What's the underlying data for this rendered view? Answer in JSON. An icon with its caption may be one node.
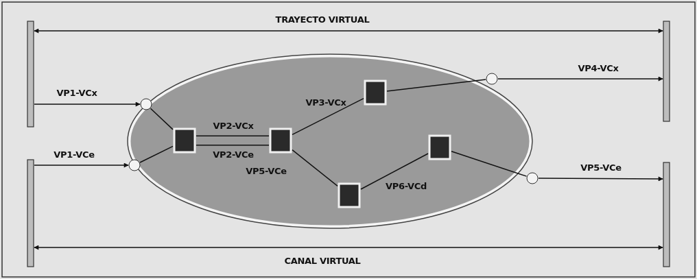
{
  "diagram": {
    "nodes": [
      {
        "text": [],
        "shape": "ellipse"
      },
      {
        "text": [],
        "shape": "bar"
      },
      {
        "text": [],
        "shape": "bar"
      },
      {
        "text": [],
        "shape": "bar"
      },
      {
        "text": [],
        "shape": "bar"
      },
      {
        "text": [],
        "shape": "circle",
        "in": 0
      },
      {
        "text": [],
        "shape": "circle",
        "in": 0
      },
      {
        "text": [],
        "shape": "circle",
        "in": 0
      },
      {
        "text": [],
        "shape": "circle",
        "in": 0
      },
      {
        "text": [],
        "shape": "box",
        "in": 0
      },
      {
        "text": [],
        "shape": "box",
        "in": 0
      },
      {
        "text": [],
        "shape": "box",
        "in": 0
      },
      {
        "text": [],
        "shape": "box",
        "in": 0
      },
      {
        "text": [],
        "shape": "box",
        "in": 0
      }
    ],
    "edges": [
      {
        "from": 1,
        "to": 3,
        "arrow": "both",
        "label": "TRAYECTO VIRTUAL"
      },
      {
        "from": 2,
        "to": 4,
        "arrow": "both",
        "label": "CANAL VIRTUAL"
      },
      {
        "from": 1,
        "to": 5,
        "arrow": "to",
        "label": "VP1-VCx"
      },
      {
        "from": 2,
        "to": 6,
        "arrow": "to",
        "label": "VP1-VCe"
      },
      {
        "from": 5,
        "to": 9,
        "arrow": "none"
      },
      {
        "from": 6,
        "to": 9,
        "arrow": "none"
      },
      {
        "from": 9,
        "to": 10,
        "arrow": "none",
        "label": "VP2-VCx"
      },
      {
        "from": 9,
        "to": 10,
        "arrow": "none",
        "label": "VP2-VCe"
      },
      {
        "from": 10,
        "to": 11,
        "arrow": "none",
        "label": "VP3-VCx"
      },
      {
        "from": 11,
        "to": 7,
        "arrow": "none"
      },
      {
        "from": 7,
        "to": 3,
        "arrow": "to",
        "label": "VP4-VCx"
      },
      {
        "from": 10,
        "to": 13,
        "arrow": "none",
        "label": "VP5-VCe"
      },
      {
        "from": 13,
        "to": 12,
        "arrow": "none",
        "label": "VP6-VCd"
      },
      {
        "from": 12,
        "to": 8,
        "arrow": "none"
      },
      {
        "from": 8,
        "to": 4,
        "arrow": "to",
        "label": "VP5-VCe"
      }
    ]
  }
}
